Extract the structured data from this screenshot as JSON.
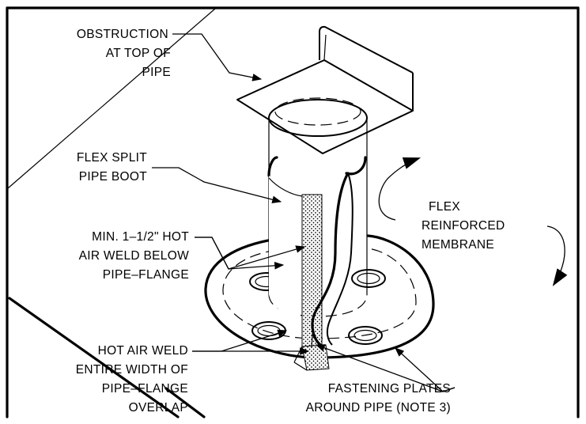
{
  "labels": {
    "obstruction": [
      "OBSTRUCTION",
      "AT TOP OF",
      "PIPE"
    ],
    "boot": [
      "FLEX SPLIT",
      "PIPE BOOT"
    ],
    "membrane": [
      "FLEX",
      "REINFORCED",
      "MEMBRANE"
    ],
    "min_weld": [
      "MIN. 1–1/2\" HOT",
      "AIR WELD BELOW",
      "PIPE–FLANGE"
    ],
    "hot_air_weld": [
      "HOT AIR WELD",
      "ENTIRE WIDTH OF",
      "PIPE–FLANGE",
      "OVERLAP"
    ],
    "fastening": [
      "FASTENING PLATES",
      "AROUND PIPE (NOTE 3)"
    ]
  }
}
